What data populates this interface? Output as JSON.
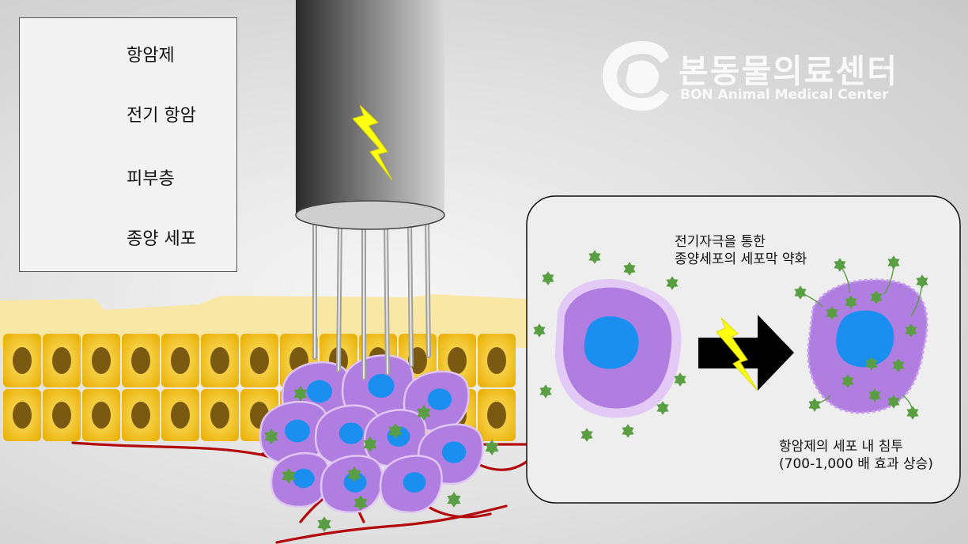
{
  "legend": {
    "items": [
      {
        "icon": "anticancer-drug-icon",
        "label": "항암제"
      },
      {
        "icon": "electric-anticancer-device-icon",
        "label": "전기 항암"
      },
      {
        "icon": "skin-layer-icon",
        "label": "피부층"
      },
      {
        "icon": "tumor-cell-icon",
        "label": "종양 세포"
      }
    ]
  },
  "logo": {
    "name_kr": "본동물의료센터",
    "name_en": "BON Animal Medical Center"
  },
  "inset": {
    "caption_top_line1": "전기자극을 통한",
    "caption_top_line2": "종양세포의 세포막 약화",
    "caption_bottom_line1": "항암제의 세포 내 침투",
    "caption_bottom_line2": "(700-1,000 배 효과 상승)"
  },
  "colors": {
    "drug_green": "#5a9e43",
    "tumor_purple": "#b07ee0",
    "nucleus_blue": "#1a8ff0",
    "skin_yellow": "#f3c21a",
    "skin_top": "#f7e39a",
    "vessel_red": "#b3090b",
    "lightning_yellow": "#ffff10"
  }
}
